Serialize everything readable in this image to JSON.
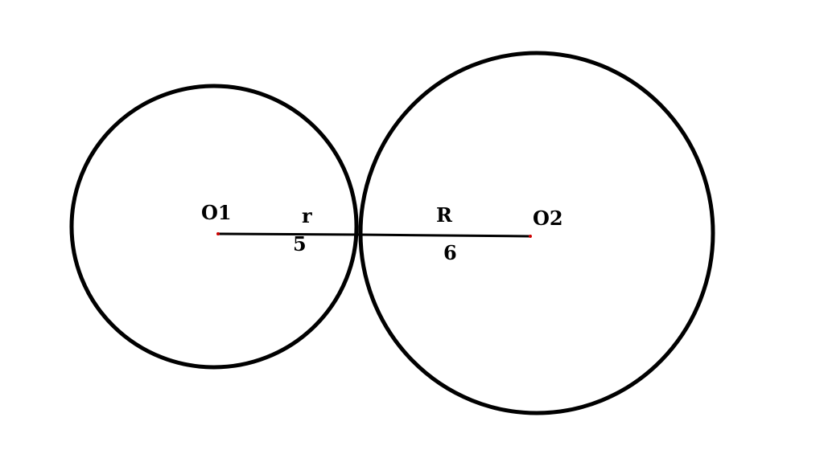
{
  "diagram": {
    "circle_small": {
      "center_label": "O1",
      "radius_label": "r",
      "radius_value": "5"
    },
    "circle_large": {
      "center_label": "O2",
      "radius_label": "R",
      "radius_value": "6"
    },
    "colors": {
      "stroke": "#000000",
      "center_point": "#cc0000",
      "background": "#ffffff"
    }
  }
}
